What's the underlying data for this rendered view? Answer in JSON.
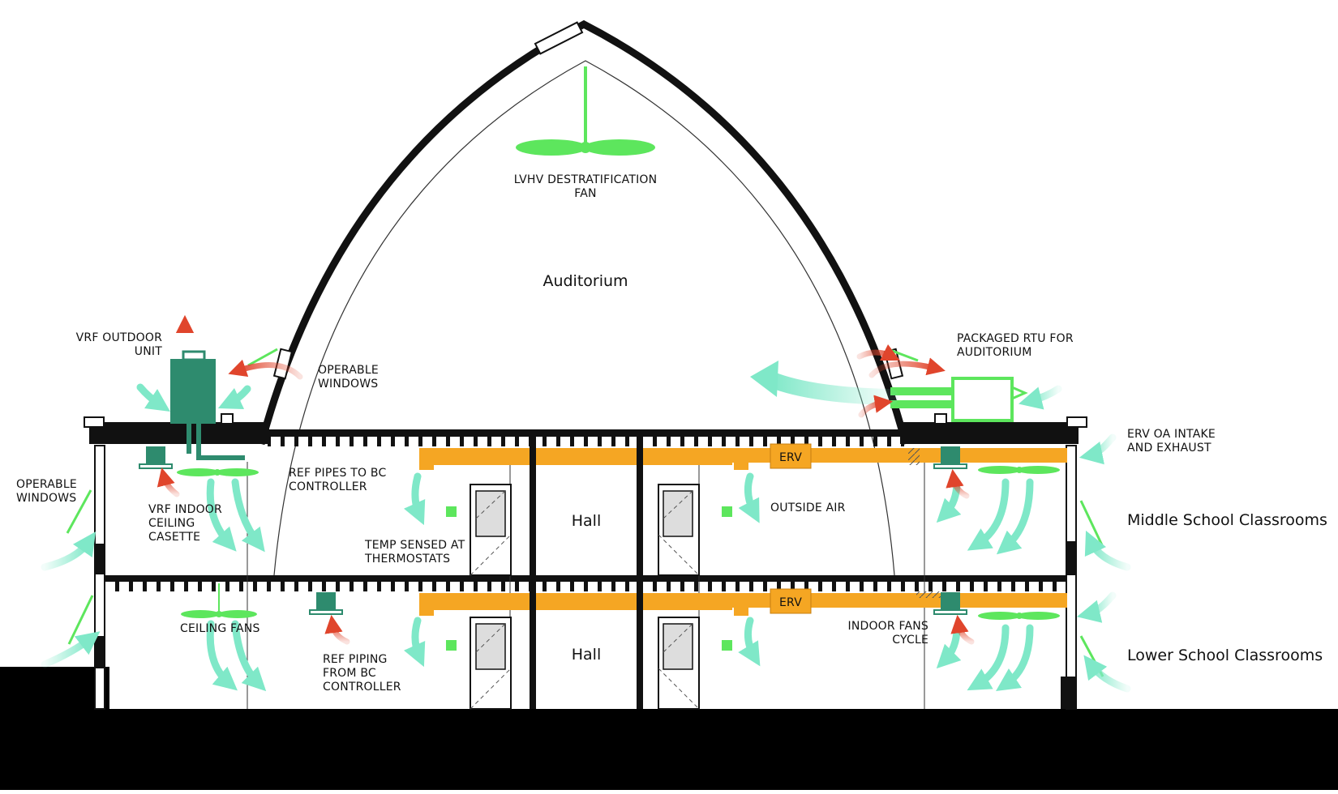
{
  "labels": {
    "fan_top": [
      "LVHV DESTRATIFICATION",
      "FAN"
    ],
    "auditorium": "Auditorium",
    "vrf_outdoor": [
      "VRF OUTDOOR",
      "UNIT"
    ],
    "operable_windows_top": [
      "OPERABLE",
      "WINDOWS"
    ],
    "packaged_rtu": [
      "PACKAGED RTU FOR",
      "AUDITORIUM"
    ],
    "erv_intake": [
      "ERV OA INTAKE",
      "AND EXHAUST"
    ],
    "operable_windows_left": [
      "OPERABLE",
      "WINDOWS"
    ],
    "ref_pipes_bc": [
      "REF PIPES TO BC",
      "CONTROLLER"
    ],
    "vrf_indoor": [
      "VRF INDOOR",
      "CEILING",
      "CASETTE"
    ],
    "temp_sensed": [
      "TEMP SENSED AT",
      "THERMOSTATS"
    ],
    "outside_air": "OUTSIDE AIR",
    "hall_upper": "Hall",
    "hall_lower": "Hall",
    "erv_upper": "ERV",
    "erv_lower": "ERV",
    "middle_school": "Middle School Classrooms",
    "lower_school": "Lower School Classrooms",
    "ceiling_fans": "CEILING FANS",
    "ref_piping_from": [
      "REF PIPING",
      "FROM BC",
      "CONTROLLER"
    ],
    "indoor_fans": [
      "INDOOR FANS",
      "CYCLE"
    ]
  },
  "colors": {
    "fan_green": "#5de65d",
    "air_mint": "#7fe8c8",
    "hot_red": "#e0452c",
    "duct_orange": "#f5a623",
    "vrf_unit": "#2e8b6e",
    "structure": "#111111"
  }
}
